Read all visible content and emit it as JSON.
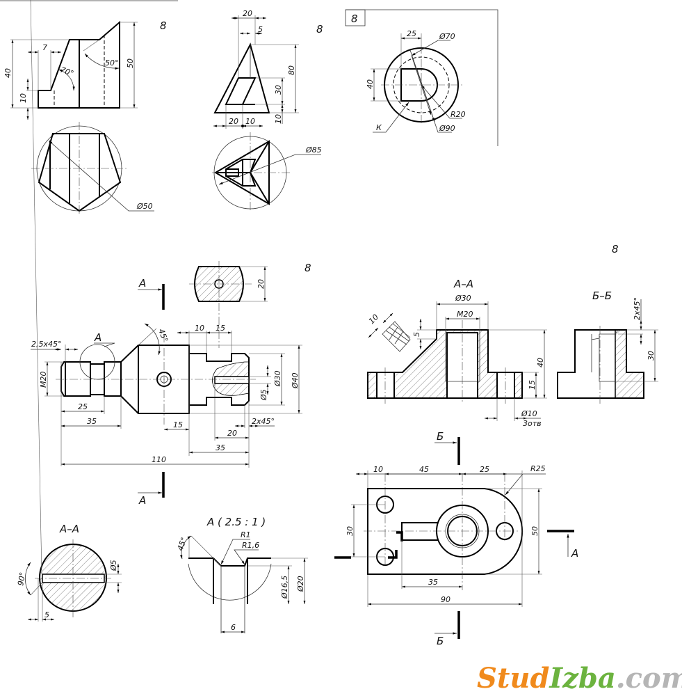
{
  "variant": "8",
  "panel1": {
    "variant": "8",
    "d40": "40",
    "d10": "10",
    "d7": "7",
    "a70": "70°",
    "a50": "50°",
    "d50": "50",
    "dia50": "Ø50"
  },
  "panel2": {
    "variant": "8",
    "d20top": "20",
    "d5": "5",
    "d80": "80",
    "d30": "30",
    "d10": "10",
    "d20b": "20",
    "d10b": "10",
    "dia85": "Ø85"
  },
  "panel3": {
    "variant": "8",
    "d25": "25",
    "dia70": "Ø70",
    "d40": "40",
    "r20": "R20",
    "k": "К",
    "dia90": "Ø90"
  },
  "shaft": {
    "variant": "8",
    "sectionA": "А",
    "detailA": "А",
    "chamfer1": "2,5x45°",
    "m20": "M20",
    "a45": "45°",
    "d10": "10",
    "d15top": "15",
    "d20sec": "20",
    "dia5": "Ø5",
    "dia30": "Ø30",
    "dia40": "Ø40",
    "chamfer2": "2x45°",
    "d25": "25",
    "d35a": "35",
    "d15": "15",
    "d20": "20",
    "d35b": "35",
    "d110": "110"
  },
  "sectionAA_round": {
    "title": "А–А",
    "a90": "90°",
    "dia5": "Ø5",
    "d5": "5"
  },
  "detail": {
    "title": "А  ( 2.5 : 1 )",
    "a45": "45°",
    "r1": "R1",
    "r16": "R1,6",
    "dia165": "Ø16,5",
    "dia20": "Ø20",
    "d6": "6"
  },
  "bracket": {
    "variant": "8",
    "titleAA": "А–А",
    "dia30": "Ø30",
    "m20": "M20",
    "d5": "5",
    "d10": "10",
    "d40": "40",
    "d15": "15",
    "dia10": "Ø10",
    "holes": "3отв",
    "titleBB": "Б–Б",
    "chamfer": "2x45°",
    "d30": "30"
  },
  "plan": {
    "b1": "Б",
    "b2": "Б",
    "a": "А",
    "d10": "10",
    "d45": "45",
    "d25": "25",
    "r25": "R25",
    "d30": "30",
    "d50": "50",
    "d35": "35",
    "d90": "90"
  },
  "watermark": {
    "part1": "Stud",
    "part2": "Izba",
    ".com": ".com",
    "colors": {
      "stud": "#f08a1c",
      "izba": "#6cb33f",
      "com": "#b5b5b5"
    }
  }
}
